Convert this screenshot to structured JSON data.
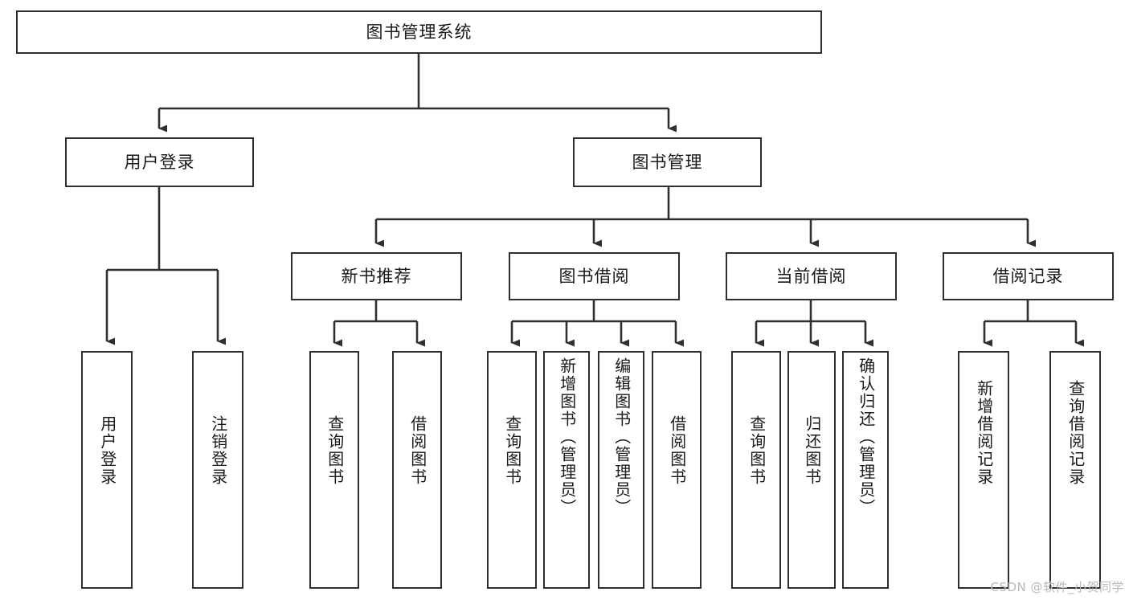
{
  "diagram": {
    "type": "tree-hierarchy",
    "title": "图书管理系统",
    "watermark": "CSDN @软件_小贺同学",
    "colors": {
      "box_border": "#2f2f2f",
      "box_fill": "#ffffff",
      "connector": "#2f2f2f",
      "text": "#1a1a1a",
      "watermark": "#b9b9b9",
      "background": "#ffffff"
    },
    "nodes": {
      "root": {
        "label": "图书管理系统",
        "level": 0,
        "orientation": "horizontal"
      },
      "l1": [
        {
          "id": "user-login",
          "label": "用户登录",
          "level": 1,
          "orientation": "horizontal"
        },
        {
          "id": "book-manage",
          "label": "图书管理",
          "level": 1,
          "orientation": "horizontal"
        }
      ],
      "l2": [
        {
          "id": "new-book-rec",
          "label": "新书推荐",
          "level": 2,
          "orientation": "horizontal"
        },
        {
          "id": "book-borrow",
          "label": "图书借阅",
          "level": 2,
          "orientation": "horizontal"
        },
        {
          "id": "current-borrow",
          "label": "当前借阅",
          "level": 2,
          "orientation": "horizontal"
        },
        {
          "id": "borrow-record",
          "label": "借阅记录",
          "level": 2,
          "orientation": "horizontal"
        }
      ],
      "leaves": [
        {
          "id": "leaf-user-login",
          "label": "用户登录",
          "parent": "user-login"
        },
        {
          "id": "leaf-user-logout",
          "label": "注销登录",
          "parent": "user-login"
        },
        {
          "id": "leaf-query-book-1",
          "label": "查询图书",
          "parent": "new-book-rec"
        },
        {
          "id": "leaf-borrow-book-1",
          "label": "借阅图书",
          "parent": "new-book-rec"
        },
        {
          "id": "leaf-query-book-2",
          "label": "查询图书",
          "parent": "book-borrow"
        },
        {
          "id": "leaf-add-book",
          "label": "新增图书（管理员）",
          "parent": "book-borrow"
        },
        {
          "id": "leaf-edit-book",
          "label": "编辑图书（管理员）",
          "parent": "book-borrow"
        },
        {
          "id": "leaf-borrow-book-2",
          "label": "借阅图书",
          "parent": "book-borrow"
        },
        {
          "id": "leaf-query-book-3",
          "label": "查询图书",
          "parent": "current-borrow"
        },
        {
          "id": "leaf-return-book",
          "label": "归还图书",
          "parent": "current-borrow"
        },
        {
          "id": "leaf-confirm-return",
          "label": "确认归还（管理员）",
          "parent": "current-borrow"
        },
        {
          "id": "leaf-add-record",
          "label": "新增借阅记录",
          "parent": "borrow-record"
        },
        {
          "id": "leaf-query-record",
          "label": "查询借阅记录",
          "parent": "borrow-record"
        }
      ]
    }
  }
}
